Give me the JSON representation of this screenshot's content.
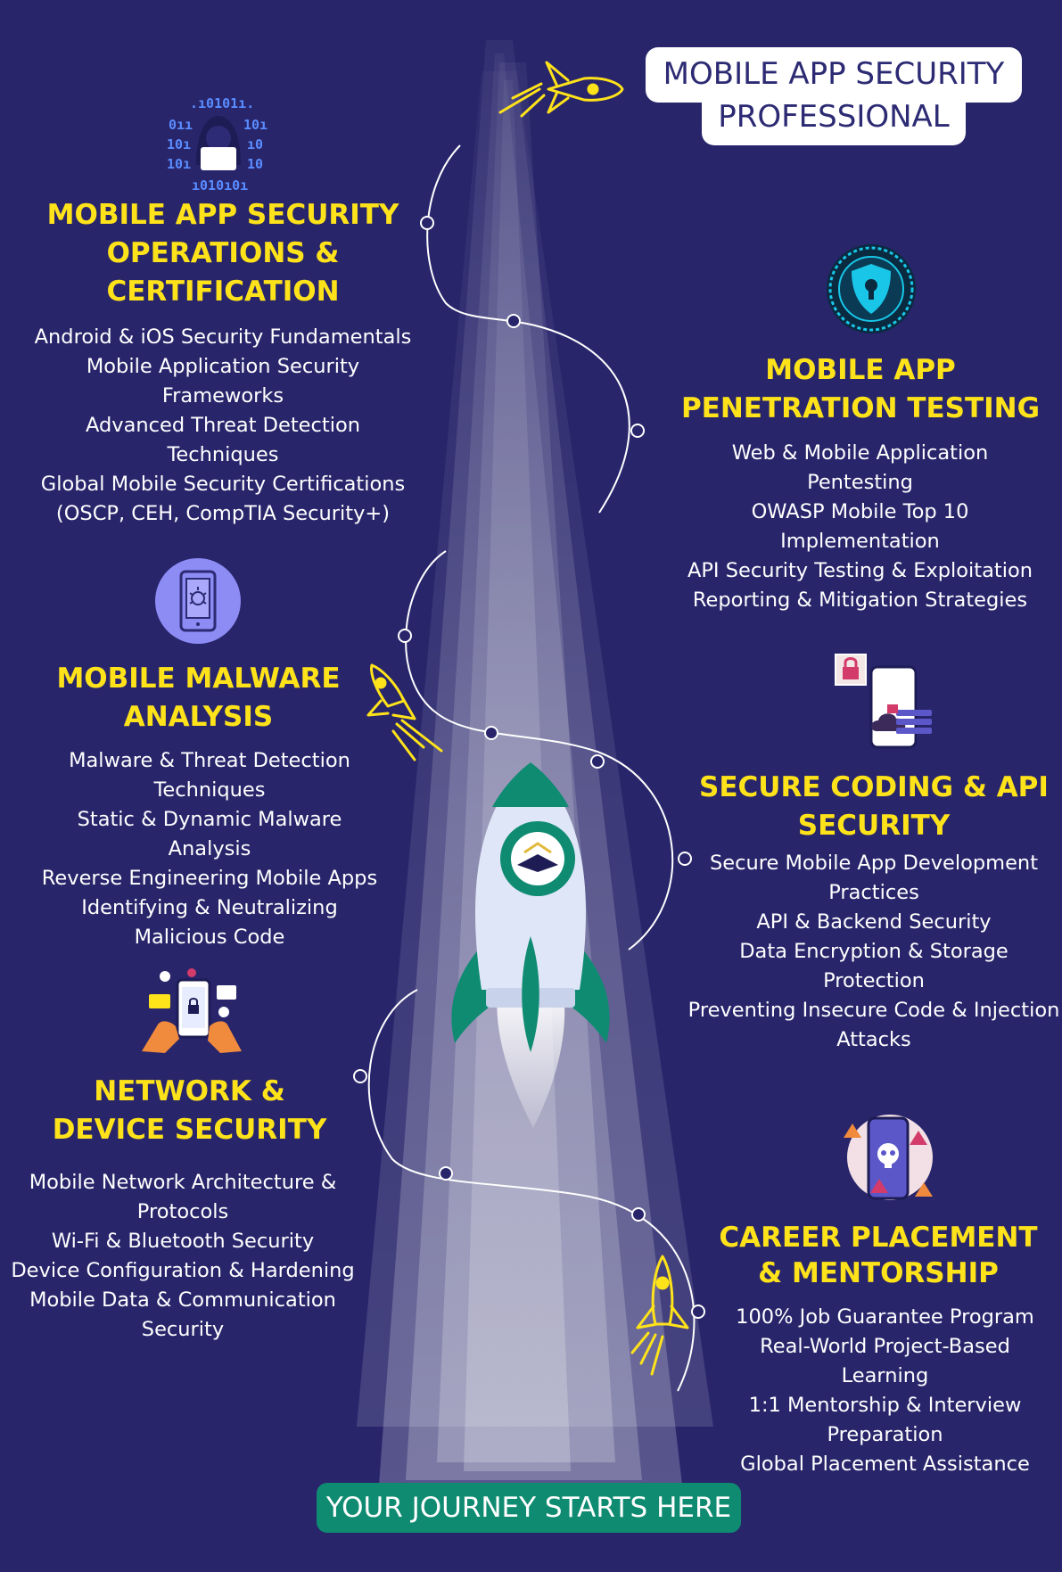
{
  "title": {
    "line1": "MOBILE APP SECURITY",
    "line2": "PROFESSIONAL"
  },
  "sections": {
    "operations": {
      "heading": [
        "MOBILE APP SECURITY",
        "OPERATIONS &",
        "CERTIFICATION"
      ],
      "items": [
        "Android & iOS Security Fundamentals",
        "Mobile Application Security",
        "Frameworks",
        "Advanced Threat Detection",
        "Techniques",
        "Global Mobile Security Certifications",
        "(OSCP, CEH, CompTIA Security+)"
      ],
      "icon": "hacker-binary-icon"
    },
    "pentesting": {
      "heading": [
        "MOBILE APP",
        "PENETRATION TESTING"
      ],
      "items": [
        "Web & Mobile Application",
        "Pentesting",
        "OWASP Mobile Top 10",
        "Implementation",
        "API Security Testing & Exploitation",
        "Reporting & Mitigation Strategies"
      ],
      "icon": "shield-lock-icon"
    },
    "malware": {
      "heading": [
        "MOBILE MALWARE",
        "ANALYSIS"
      ],
      "items": [
        "Malware & Threat Detection",
        "Techniques",
        "Static & Dynamic Malware",
        "Analysis",
        "Reverse Engineering Mobile Apps",
        "Identifying & Neutralizing",
        "Malicious Code"
      ],
      "icon": "phone-bug-icon"
    },
    "coding": {
      "heading": [
        "SECURE CODING & API",
        "SECURITY"
      ],
      "items": [
        "Secure Mobile App Development",
        "Practices",
        "API & Backend Security",
        "Data Encryption & Storage",
        "Protection",
        "Preventing Insecure Code & Injection",
        "Attacks"
      ],
      "icon": "phone-cloud-lock-icon"
    },
    "network": {
      "heading": [
        "NETWORK &",
        "DEVICE SECURITY"
      ],
      "items": [
        "Mobile Network Architecture &",
        "Protocols",
        "Wi-Fi & Bluetooth Security",
        "Device Configuration & Hardening",
        "Mobile Data & Communication",
        "Security"
      ],
      "icon": "hands-phone-security-icon"
    },
    "career": {
      "heading": [
        "CAREER PLACEMENT",
        "& MENTORSHIP"
      ],
      "items": [
        "100% Job Guarantee Program",
        "Real-World Project-Based",
        "Learning",
        "1:1 Mentorship & Interview",
        "Preparation",
        "Global Placement Assistance"
      ],
      "icon": "phone-skull-alert-icon"
    }
  },
  "cta": "YOUR JOURNEY STARTS HERE",
  "colors": {
    "background": "#28256b",
    "heading": "#ffe31a",
    "text": "#ffffff",
    "cta": "#0f8b72",
    "rocket_green": "#0f8b72"
  }
}
